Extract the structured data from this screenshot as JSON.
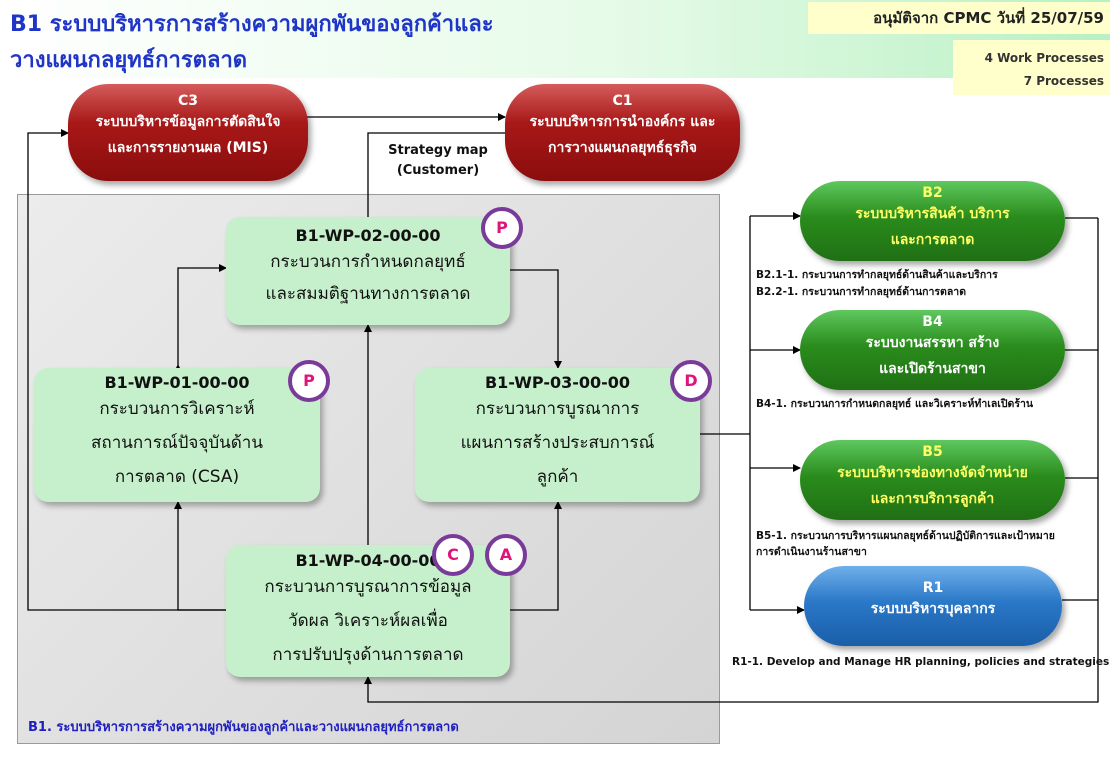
{
  "title": {
    "line1": "B1 ระบบบริหารการสร้างความผูกพันของลูกค้าและ",
    "line2": "วางแผนกลยุทธ์การตลาด"
  },
  "approval": "อนุมัติจาก CPMC  วันที่ 25/07/59",
  "counts": {
    "work_processes": "4 Work Processes",
    "processes": "7 Processes"
  },
  "systems": {
    "c3": {
      "code": "C3",
      "line1": "ระบบบริหารข้อมูลการตัดสินใจ",
      "line2": "และการรายงานผล (MIS)"
    },
    "c1": {
      "code": "C1",
      "line1": "ระบบบริหารการนำองค์กร และ",
      "line2": "การวางแผนกลยุทธ์ธุรกิจ"
    },
    "b2": {
      "code": "B2",
      "line1": "ระบบบริหารสินค้า บริการ",
      "line2": "และการตลาด"
    },
    "b4": {
      "code": "B4",
      "line1": "ระบบงานสรรหา สร้าง",
      "line2": "และเปิดร้านสาขา"
    },
    "b5": {
      "code": "B5",
      "line1": "ระบบบริหารช่องทางจัดจำหน่าย",
      "line2": "และการบริการลูกค้า"
    },
    "r1": {
      "code": "R1",
      "line1": "ระบบบริหารบุคลากร"
    }
  },
  "strategy_map": {
    "line1": "Strategy map",
    "line2": "(Customer)"
  },
  "work_processes": {
    "wp02": {
      "code": "B1-WP-02-00-00",
      "line1": "กระบวนการกำหนดกลยุทธ์",
      "line2": "และสมมติฐานทางการตลาด",
      "badge": "P"
    },
    "wp01": {
      "code": "B1-WP-01-00-00",
      "line1": "กระบวนการวิเคราะห์",
      "line2": "สถานการณ์ปัจจุบันด้าน",
      "line3": "การตลาด (CSA)",
      "badge": "P"
    },
    "wp03": {
      "code": "B1-WP-03-00-00",
      "line1": "กระบวนการบูรณาการ",
      "line2": "แผนการสร้างประสบการณ์",
      "line3": "ลูกค้า",
      "badge": "D"
    },
    "wp04": {
      "code": "B1-WP-04-00-00",
      "line1": "กระบวนการบูรณาการข้อมูล",
      "line2": "วัดผล วิเคราะห์ผลเพื่อ",
      "line3": "การปรับปรุงด้านการตลาด",
      "badge_c": "C",
      "badge_a": "A"
    }
  },
  "notes": {
    "b2_1": "B2.1-1. กระบวนการทำกลยุทธ์ด้านสินค้าและบริการ",
    "b2_2": "B2.2-1. กระบวนการทำกลยุทธ์ด้านการตลาด",
    "b4_1": "B4-1. กระบวนการกำหนดกลยุทธ์ และวิเคราะห์ทำเลเปิดร้าน",
    "b5_1a": "B5-1. กระบวนการบริหารแผนกลยุทธ์ด้านปฏิบัติการและเป้าหมาย",
    "b5_1b": "การดำเนินงานร้านสาขา",
    "r1_1": "R1-1. Develop and Manage HR planning, policies and strategies"
  },
  "panel_caption": "B1. ระบบบริหารการสร้างความผูกพันของลูกค้าและวางแผนกลยุทธ์การตลาด",
  "colors": {
    "title": "#1f35c8",
    "system_red": "#a81818",
    "system_green": "#2a8c1c",
    "system_blue": "#2a78c8",
    "wp_fill": "#c6efcb",
    "badge_ring": "#7a3a9a",
    "badge_text": "#e0147a",
    "highlight_text": "#ffff66"
  }
}
